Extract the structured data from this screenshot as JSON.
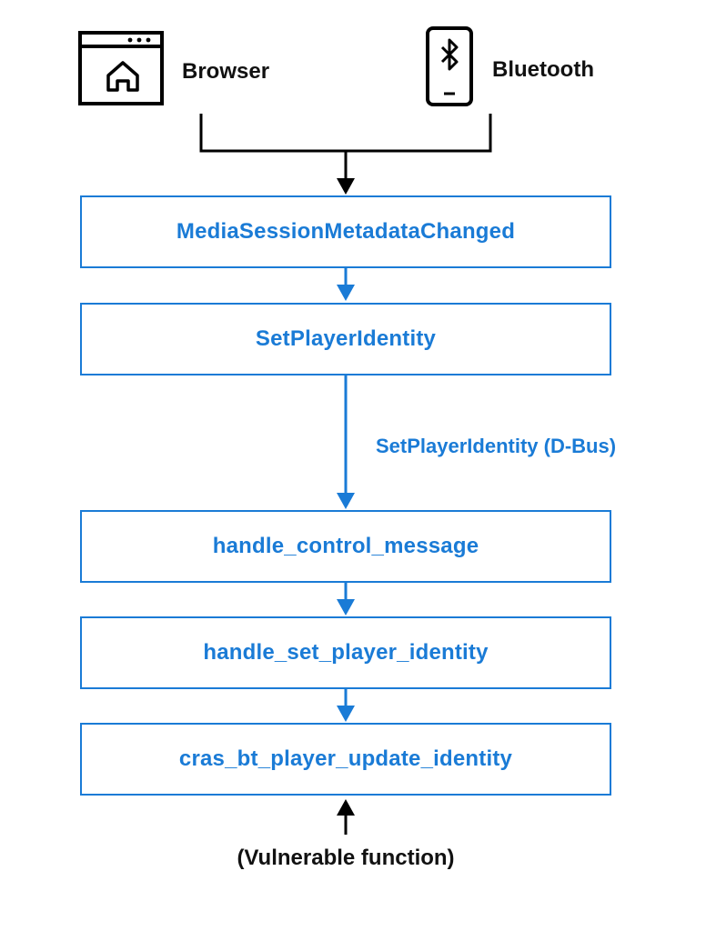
{
  "sources": {
    "browser": {
      "label": "Browser",
      "icon": "browser-window-home-icon"
    },
    "bluetooth": {
      "label": "Bluetooth",
      "icon": "phone-bluetooth-icon"
    }
  },
  "flow": {
    "steps": [
      {
        "label": "MediaSessionMetadataChanged"
      },
      {
        "label": "SetPlayerIdentity"
      },
      {
        "label": "handle_control_message"
      },
      {
        "label": "handle_set_player_identity"
      },
      {
        "label": "cras_bt_player_update_identity"
      }
    ],
    "dbus_edge_label": "SetPlayerIdentity (D-Bus)",
    "vulnerable_note": "(Vulnerable function)"
  },
  "colors": {
    "accent": "#1a7bd6",
    "ink": "#111111"
  }
}
